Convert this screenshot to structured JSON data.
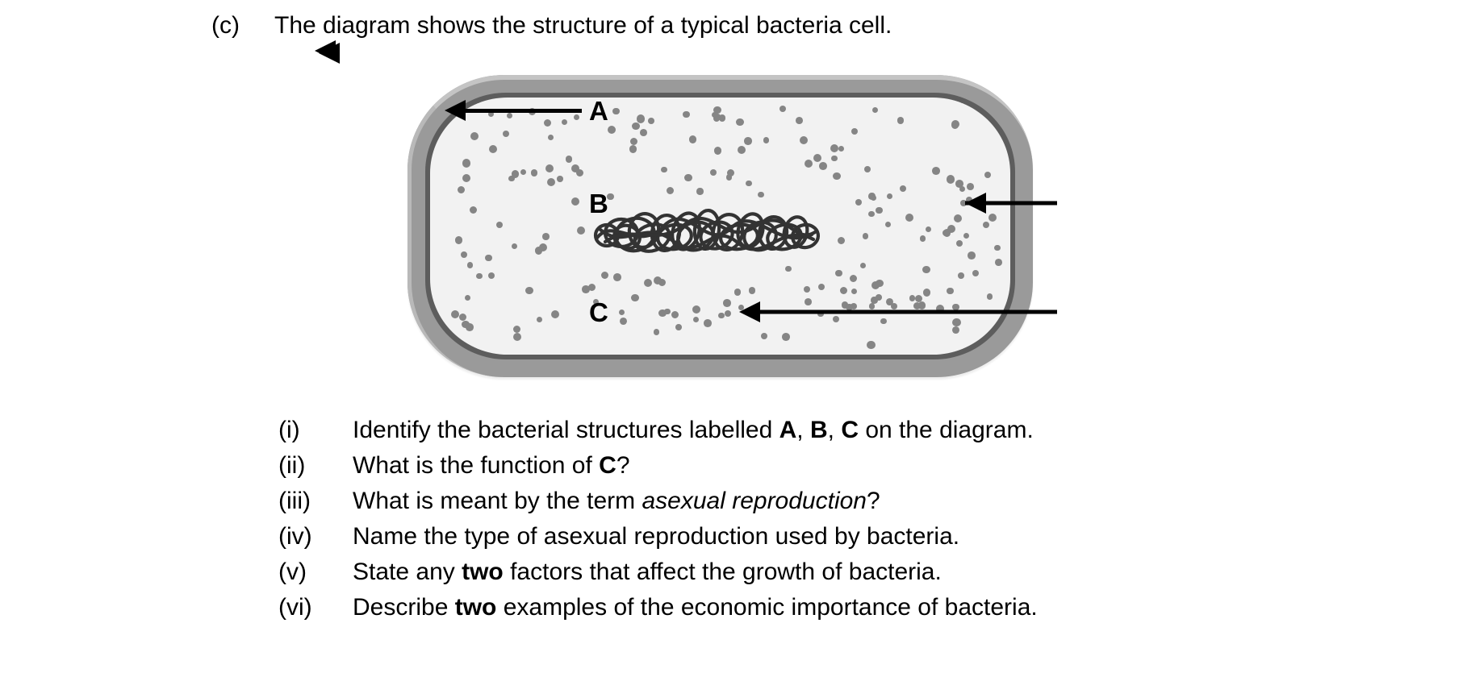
{
  "question": {
    "marker": "(c)",
    "stem": "The diagram shows the structure of a typical bacteria cell."
  },
  "diagram": {
    "name": "bacteria-cell-diagram",
    "colors": {
      "cell_wall": "#9a9a9a",
      "cell_wall_highlight": "#c4c4c4",
      "plasma_membrane": "#5d5d5d",
      "cytoplasm": "#f2f2f2",
      "ribosome": "#858585",
      "dna": "#333333",
      "label_arrow": "#000000"
    },
    "labels": [
      {
        "letter": "A",
        "points_to": "cell-wall"
      },
      {
        "letter": "B",
        "points_to": "dna-nucleoid"
      },
      {
        "letter": "C",
        "points_to": "cytoplasm"
      }
    ]
  },
  "parts": [
    {
      "num": "(i)",
      "segments": [
        {
          "text": "Identify the bacterial structures labelled ",
          "style": "normal"
        },
        {
          "text": "A",
          "style": "bold"
        },
        {
          "text": ", ",
          "style": "normal"
        },
        {
          "text": "B",
          "style": "bold"
        },
        {
          "text": ", ",
          "style": "normal"
        },
        {
          "text": "C",
          "style": "bold"
        },
        {
          "text": " on the diagram.",
          "style": "normal"
        }
      ]
    },
    {
      "num": "(ii)",
      "segments": [
        {
          "text": "What is the function of ",
          "style": "normal"
        },
        {
          "text": "C",
          "style": "bold"
        },
        {
          "text": "?",
          "style": "normal"
        }
      ]
    },
    {
      "num": "(iii)",
      "segments": [
        {
          "text": "What is meant by the term ",
          "style": "normal"
        },
        {
          "text": "asexual reproduction",
          "style": "italic"
        },
        {
          "text": "?",
          "style": "normal"
        }
      ]
    },
    {
      "num": "(iv)",
      "segments": [
        {
          "text": "Name the type of asexual reproduction used by bacteria.",
          "style": "normal"
        }
      ]
    },
    {
      "num": "(v)",
      "segments": [
        {
          "text": "State any ",
          "style": "normal"
        },
        {
          "text": "two",
          "style": "bold"
        },
        {
          "text": " factors that affect the growth of bacteria.",
          "style": "normal"
        }
      ]
    },
    {
      "num": "(vi)",
      "segments": [
        {
          "text": "Describe ",
          "style": "normal"
        },
        {
          "text": "two",
          "style": "bold"
        },
        {
          "text": " examples of the economic importance of bacteria.",
          "style": "normal"
        }
      ]
    }
  ]
}
